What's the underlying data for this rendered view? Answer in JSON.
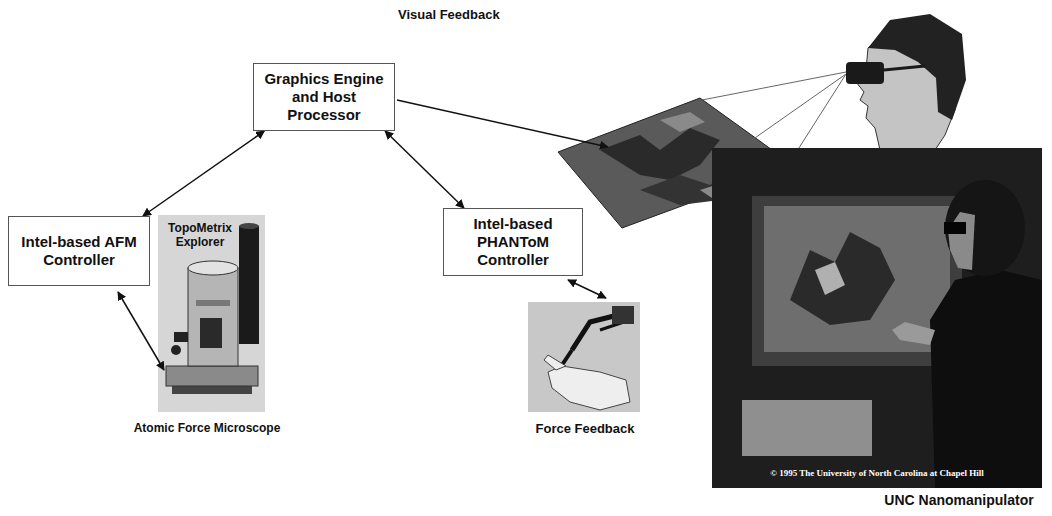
{
  "diagram": {
    "nodes": [
      {
        "text": [
          "Graphics Engine and Host Processor"
        ]
      },
      {
        "text": [
          "Intel-based AFM Controller"
        ]
      },
      {
        "text": [
          "Intel-based PHANToM Controller"
        ]
      }
    ],
    "edges": [
      {
        "from": 1,
        "to": 0,
        "arrow": "both"
      },
      {
        "from": 0,
        "to": 2,
        "arrow": "both"
      }
    ],
    "labels": [
      "Visual Feedback",
      "TopoMetrix Explorer",
      "Atomic Force Microscope",
      "Force Feedback",
      "© 1995 The University of North Carolina at Chapel Hill",
      "UNC Nanomanipulator"
    ]
  }
}
